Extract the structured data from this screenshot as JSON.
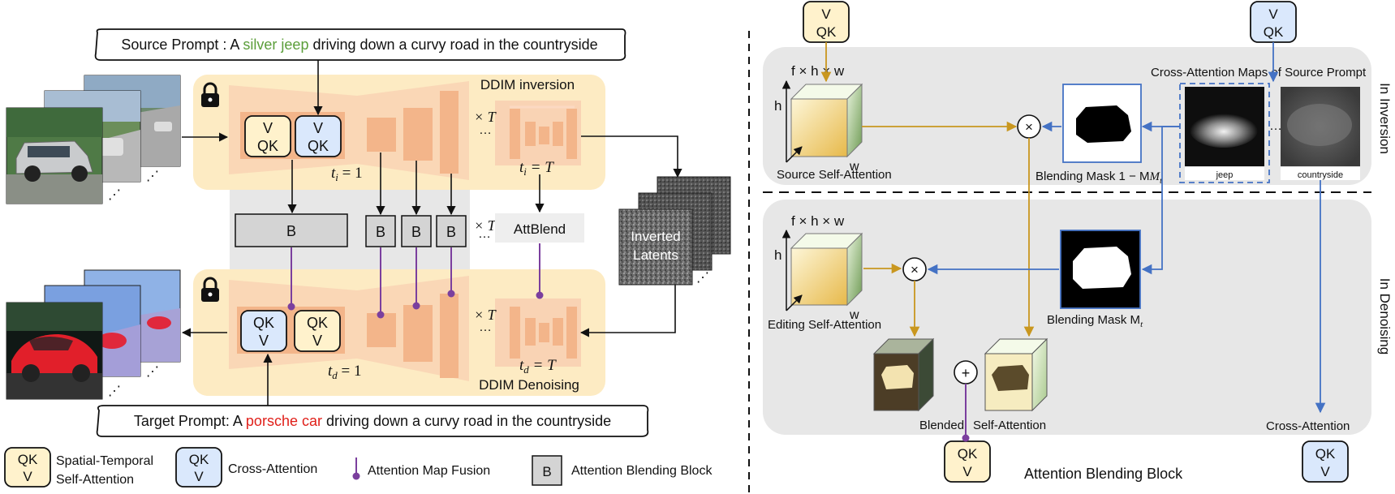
{
  "prompts": {
    "source_prefix": "Source Prompt : A ",
    "source_highlight": "silver jeep",
    "source_suffix": " driving down a curvy road in the countryside",
    "target_prefix": "Target Prompt: A ",
    "target_highlight": "porsche car",
    "target_suffix": " driving down a curvy road in the countryside"
  },
  "left": {
    "ddim_inversion": "DDIM inversion",
    "ddim_denoising": "DDIM Denoising",
    "times_T": "× T",
    "dots": "…",
    "ti_1": "t",
    "ti_sub": "i",
    "td_sub": "d",
    "eq_1": " = 1",
    "eq_T": " = T",
    "block_B": "B",
    "attblend": "AttBlend",
    "inverted_latents_line1": "Inverted",
    "inverted_latents_line2": "Latents",
    "v_label": "V",
    "qk_label": "QK",
    "frame_dots": "⋰"
  },
  "legend": {
    "spatial_temporal_line1": "Spatial-Temporal",
    "spatial_temporal_line2": "Self-Attention",
    "cross_attention": "Cross-Attention",
    "attention_map_fusion": "Attention Map Fusion",
    "attention_blending_block": "Attention Blending Block"
  },
  "right": {
    "top_v": "V",
    "top_qk": "QK",
    "dims": "f × h × w",
    "axis_h": "h",
    "axis_w": "w",
    "cross_attention_maps": "Cross-Attention Maps of Source Prompt",
    "source_self_attention": "Source Self-Attention",
    "blending_mask_inv": "Blending Mask 1 − M",
    "mask_sub": "t",
    "jeep": "jeep",
    "countryside": "countryside",
    "ellipsis": "…",
    "in_inversion": "In Inversion",
    "in_denoising": "In Denoising",
    "editing_self_attention": "Editing Self-Attention",
    "blending_mask": "Blending Mask M",
    "blended": "Blended",
    "self_attention": "Self-Attention",
    "cross_attention": "Cross-Attention",
    "title": "Attention Blending Block",
    "times_op": "×",
    "plus_op": "+"
  },
  "colors": {
    "yellow_panel": "#fdebc3",
    "light_yellow_box": "#fff2cc",
    "light_blue_box": "#dae8fc",
    "unet_orange": "#f3b58a",
    "grey_panel": "#e7e7e7",
    "block_grey": "#d4d4d4",
    "purple": "#7b3f9e",
    "gold": "#c9971f",
    "blue_arrow": "#4472c4",
    "green_highlight": "#5b9e3a",
    "red_highlight": "#e0201a"
  }
}
